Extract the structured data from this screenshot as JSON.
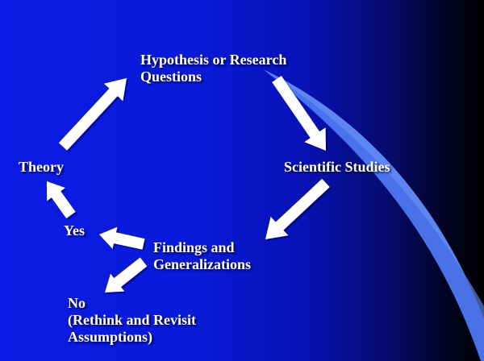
{
  "colors": {
    "background_left": "#0b1be6",
    "background_right": "#000000",
    "swoosh": "#4d78f2",
    "arrow_fill": "#ffffff",
    "text": "#ffffff"
  },
  "nodes": {
    "hypothesis": {
      "lines": [
        "Hypothesis or Research",
        "Questions"
      ]
    },
    "scientific_studies": {
      "lines": [
        "Scientific Studies"
      ]
    },
    "findings": {
      "lines": [
        "Findings and",
        "Generalizations"
      ]
    },
    "yes": {
      "lines": [
        "Yes"
      ]
    },
    "theory": {
      "lines": [
        "Theory"
      ]
    },
    "no": {
      "lines": [
        "No",
        "(Rethink and Revisit",
        "Assumptions)"
      ]
    }
  },
  "edges": [
    {
      "from": "theory",
      "to": "hypothesis"
    },
    {
      "from": "hypothesis",
      "to": "scientific_studies"
    },
    {
      "from": "scientific_studies",
      "to": "findings"
    },
    {
      "from": "findings",
      "to": "yes"
    },
    {
      "from": "yes",
      "to": "theory"
    },
    {
      "from": "findings",
      "to": "no"
    }
  ]
}
